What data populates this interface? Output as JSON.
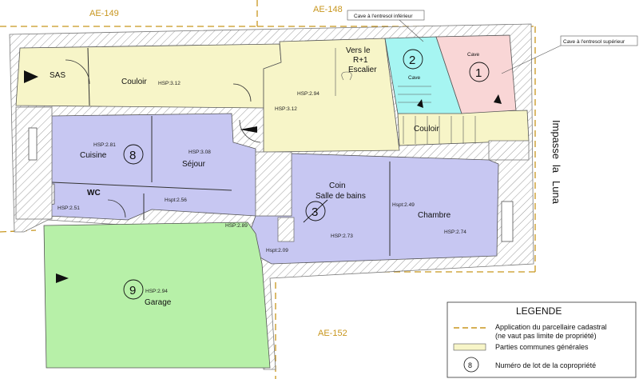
{
  "parcels": {
    "ae149": "AE-149",
    "ae148": "AE-148",
    "ae152": "AE-152"
  },
  "callouts": {
    "cave_inferieur": "Cave à l'entresol inférieur",
    "cave_superieur": "Cave à l'entresol supérieur"
  },
  "street": {
    "word1": "Impasse",
    "word2": "la",
    "word3": "Luna"
  },
  "rooms": {
    "sas": "SAS",
    "couloir_top": "Couloir",
    "escalier_line1": "Vers le",
    "escalier_line2": "R+1",
    "escalier_line3": "Escalier",
    "cave2": "Cave",
    "cave1": "Cave",
    "couloir_right": "Couloir",
    "cuisine": "Cuisine",
    "sejour": "Séjour",
    "wc": "WC",
    "coin": "Coin",
    "salle_de_bains": "Salle de bains",
    "chambre": "Chambre",
    "garage": "Garage"
  },
  "heights": {
    "h1": "HSP:3.12",
    "h2": "HSP:2.94",
    "h3": "HSP:3.12",
    "h4": "HSP:2.81",
    "h5": "HSP:3.08",
    "h6": "Hspt:2.56",
    "h7": "HSP:2.51",
    "h8": "HSP:2.89",
    "h9": "Hspt:2.09",
    "h10": "HSP:2.73",
    "h11": "Hspt:2.49",
    "h12": "HSP:2.74",
    "h13": "HSP:2.94"
  },
  "lots": {
    "lot1": "1",
    "lot2": "2",
    "lot3": "3",
    "lot8": "8",
    "lot9": "9"
  },
  "legend": {
    "title": "LEGENDE",
    "item1_line1": "Application du parcellaire cadastral",
    "item1_line2": "(ne vaut pas limite de propriété)",
    "item2": "Parties communes générales",
    "item3_symbol": "8",
    "item3": "Numéro de lot de la copropriété"
  },
  "colors": {
    "common": "#f7f5c8",
    "lot8": "#c7c7f2",
    "lot3": "#c7c7f2",
    "lot9": "#b7f0a8",
    "lot2": "#a6f5f2",
    "lot1": "#f9d6d6",
    "parcel_line": "#c8961e"
  }
}
